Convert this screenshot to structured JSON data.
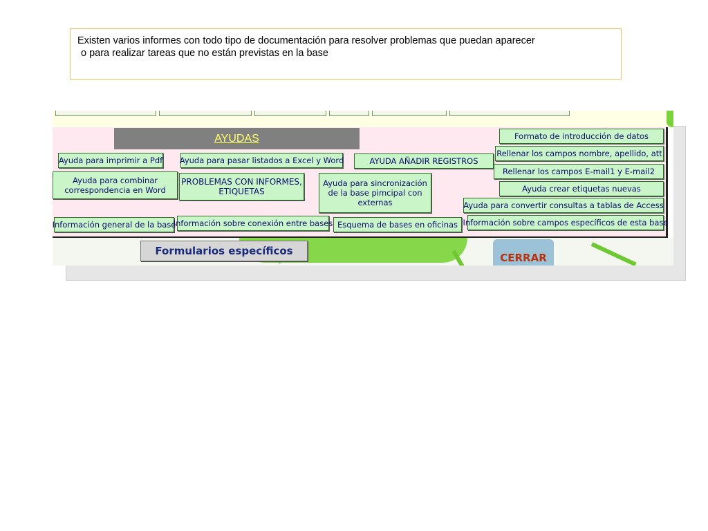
{
  "note": {
    "line1": "Existen varios informes con todo tipo de documentación para resolver problemas que puedan aparecer",
    "line2": "o para realizar tareas que no están previstas en la base"
  },
  "panel": {
    "header": "AYUDAS",
    "buttons": {
      "formato": "Formato de introducción de datos",
      "rellenar_nombre": "Rellenar los campos  nombre, apellido, att",
      "imprimir_pdf": "Ayuda para imprimir a Pdf",
      "excel_word": "Ayuda para pasar listados a Excel y Word",
      "anadir_registros": "AYUDA AÑADIR REGISTROS",
      "rellenar_email": "Rellenar los campos E-mail1 y E-mail2",
      "combinar_correspondencia": "Ayuda para combinar correspondencia en Word",
      "problemas_informes": "PROBLEMAS CON INFORMES, ETIQUETAS",
      "sincronizacion": "Ayuda para sincronización de la base pimcipal con externas",
      "etiquetas_nuevas": "Ayuda crear etiquetas nuevas",
      "convertir_consultas": "Ayuda para convertir consultas a tablas de Access",
      "info_general": "Información general de la base",
      "info_conexion": "Información sobre conexión entre bases",
      "esquema_bases": "Esquema de bases en oficinas",
      "info_campos": "Información sobre campos específicos de esta base"
    }
  },
  "footer": {
    "formularios": "Formularios específicos",
    "cerrar": "CERRAR"
  },
  "colors": {
    "panel_bg": "#fde9ef",
    "button_bg": "#c9f5c9",
    "button_text": "#0b0b6e",
    "header_bg": "#808080",
    "header_text": "#ffff66",
    "note_border": "#f0c060"
  }
}
